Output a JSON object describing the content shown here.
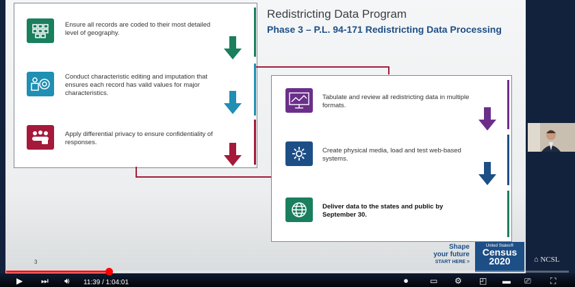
{
  "slide": {
    "title": "Redistricting Data Program",
    "subtitle": "Phase 3 – P.L. 94-171 Redistricting Data Processing",
    "page_number": "3",
    "left_steps": [
      {
        "text": "Ensure all records are coded to their most detailed level of geography.",
        "color": "#1a7f5e",
        "icon": "grid-icon"
      },
      {
        "text": "Conduct characteristic editing and imputation that ensures each record has valid values for major characteristics.",
        "color": "#1f8fb3",
        "icon": "records-gear-icon"
      },
      {
        "text": "Apply differential privacy to ensure confidentiality of responses.",
        "color": "#a5193a",
        "icon": "people-lock-icon"
      }
    ],
    "right_steps": [
      {
        "text": "Tabulate and review all redistricting data in multiple formats.",
        "color": "#6b2f8a",
        "icon": "chart-review-icon"
      },
      {
        "text": "Create physical media, load and test web-based systems.",
        "color": "#1d4f86",
        "icon": "gear-icon"
      },
      {
        "text": "Deliver data to the states and public by September 30.",
        "color": "#1a7f5e",
        "icon": "globe-icon"
      }
    ],
    "brand": {
      "tagline_1": "Shape",
      "tagline_2": "your future",
      "tagline_3": "START HERE >",
      "census_small": "United States®",
      "census_word": "Census",
      "census_year": "2020"
    }
  },
  "overlay": {
    "ncsl_label": "NCSL"
  },
  "player": {
    "current_time": "11:39",
    "separator": "/",
    "duration": "1:04:01",
    "progress_fraction": 0.182
  }
}
